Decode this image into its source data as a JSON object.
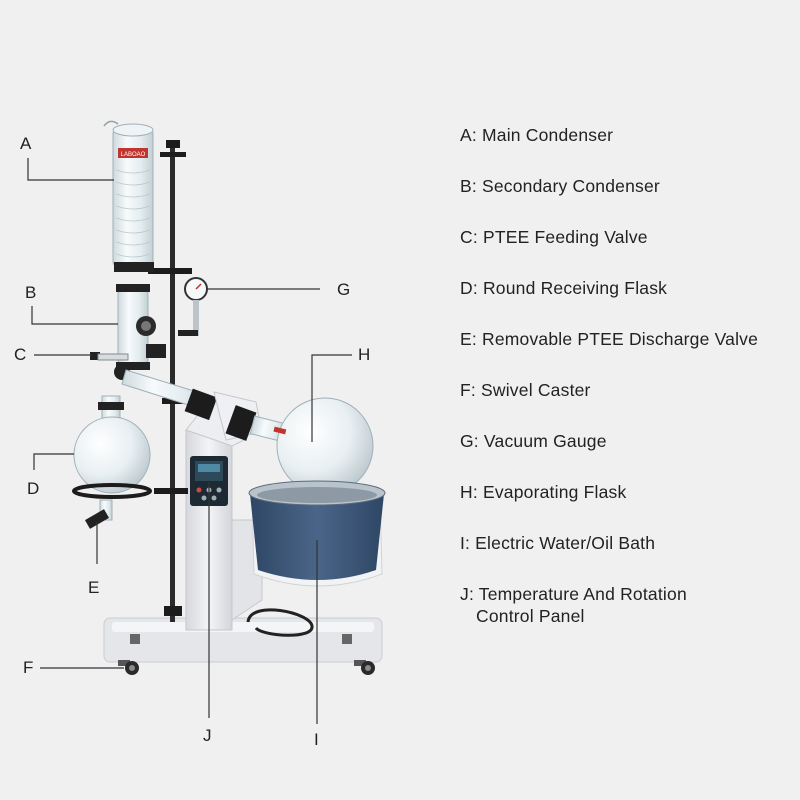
{
  "diagram": {
    "brand": "LABOAO",
    "callouts": [
      "A",
      "B",
      "C",
      "D",
      "E",
      "F",
      "G",
      "H",
      "I",
      "J"
    ],
    "legend": [
      {
        "text": "A: Main Condenser"
      },
      {
        "text": "B: Secondary Condenser"
      },
      {
        "text": "C: PTEE Feeding Valve"
      },
      {
        "text": "D: Round Receiving Flask"
      },
      {
        "text": "E: Removable PTEE Discharge Valve"
      },
      {
        "text": "F: Swivel Caster"
      },
      {
        "text": "G: Vacuum Gauge"
      },
      {
        "text": "H: Evaporating Flask"
      },
      {
        "text": "I: Electric Water/Oil Bath"
      },
      {
        "text": "J: Temperature And Rotation",
        "text2": "Control Panel"
      }
    ]
  },
  "colors": {
    "background": "#f0f0f0",
    "frame": "#e9eaee",
    "bath": "#3c5577",
    "glass": "#e6eef2",
    "black": "#1c1c1c",
    "leader": "#333333"
  }
}
